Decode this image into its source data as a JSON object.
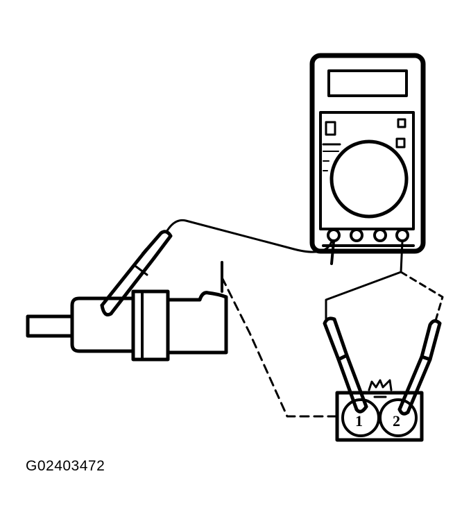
{
  "figure_id": "G02403472",
  "connector": {
    "pin_1_label": "1",
    "pin_2_label": "2"
  }
}
